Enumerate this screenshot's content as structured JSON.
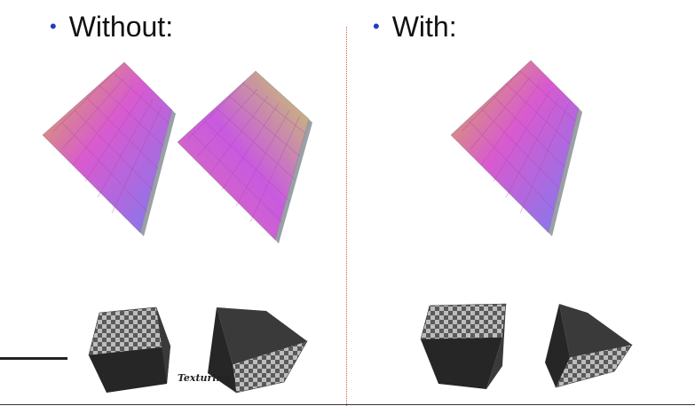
{
  "slide": {
    "left_heading": "Without:",
    "right_heading": "With:",
    "footer_text": "Texturing",
    "bullet": "•"
  },
  "colors": {
    "bullet": "#1f3fbf",
    "divider": "#c96a3a",
    "check_light": "#bdbdbd",
    "check_dark": "#5a5a5a",
    "cube_side_dark": "#262626",
    "cube_side_mid": "#3a3a3a"
  }
}
